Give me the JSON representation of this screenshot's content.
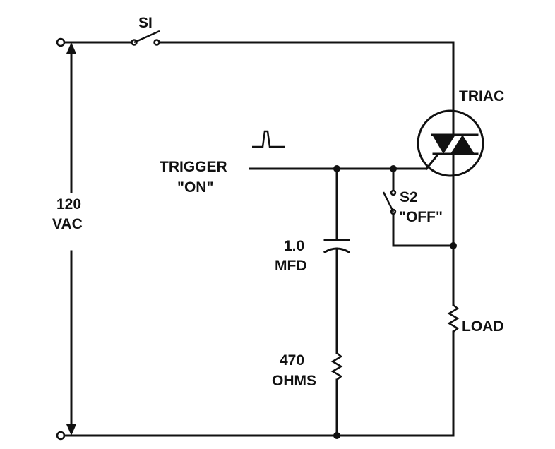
{
  "labels": {
    "s1": "SI",
    "triac": "TRIAC",
    "trigger_line1": "TRIGGER",
    "trigger_line2": "\"ON\"",
    "vac_line1": "120",
    "vac_line2": "VAC",
    "s2": "S2",
    "s2_off": "\"OFF\"",
    "cap_line1": "1.0",
    "cap_line2": "MFD",
    "res_line1": "470",
    "res_line2": "OHMS",
    "load": "LOAD"
  }
}
